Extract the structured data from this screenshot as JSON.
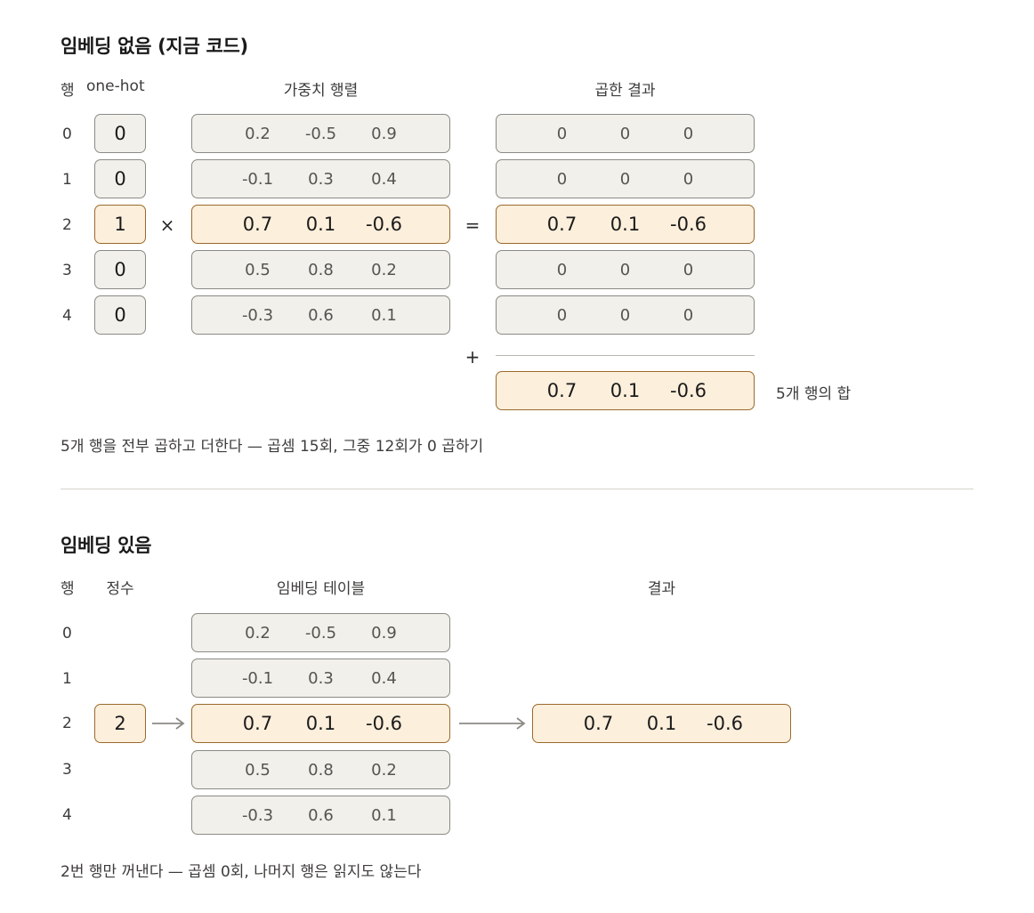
{
  "section1": {
    "title": "임베딩 없음 (지금 코드)",
    "headers": {
      "row": "행",
      "onehot": "one-hot",
      "weights": "가중치 행렬",
      "product": "곱한 결과"
    },
    "row_labels": [
      "0",
      "1",
      "2",
      "3",
      "4"
    ],
    "onehot": [
      "0",
      "0",
      "1",
      "0",
      "0"
    ],
    "weights": [
      [
        "0.2",
        "-0.5",
        "0.9"
      ],
      [
        "-0.1",
        "0.3",
        "0.4"
      ],
      [
        "0.7",
        "0.1",
        "-0.6"
      ],
      [
        "0.5",
        "0.8",
        "0.2"
      ],
      [
        "-0.3",
        "0.6",
        "0.1"
      ]
    ],
    "products": [
      [
        "0",
        "0",
        "0"
      ],
      [
        "0",
        "0",
        "0"
      ],
      [
        "0.7",
        "0.1",
        "-0.6"
      ],
      [
        "0",
        "0",
        "0"
      ],
      [
        "0",
        "0",
        "0"
      ]
    ],
    "times_sign": "×",
    "equals_sign": "=",
    "plus_sign": "+",
    "sum": [
      "0.7",
      "0.1",
      "-0.6"
    ],
    "sum_label": "5개 행의 합",
    "caption": "5개 행을 전부 곱하고 더한다 — 곱셈 15회, 그중 12회가 0 곱하기",
    "highlight_row": 2
  },
  "section2": {
    "title": "임베딩 있음",
    "headers": {
      "row": "행",
      "integer": "정수",
      "table": "임베딩 테이블",
      "result": "결과"
    },
    "row_labels": [
      "0",
      "1",
      "2",
      "3",
      "4"
    ],
    "index": "2",
    "table": [
      [
        "0.2",
        "-0.5",
        "0.9"
      ],
      [
        "-0.1",
        "0.3",
        "0.4"
      ],
      [
        "0.7",
        "0.1",
        "-0.6"
      ],
      [
        "0.5",
        "0.8",
        "0.2"
      ],
      [
        "-0.3",
        "0.6",
        "0.1"
      ]
    ],
    "result": [
      "0.7",
      "0.1",
      "-0.6"
    ],
    "caption": "2번 행만 꺼낸다 — 곱셈 0회, 나머지 행은 읽지도 않는다",
    "highlight_row": 2
  },
  "colors": {
    "highlight_fill": "#fcefdc",
    "highlight_border": "#9a6a2c",
    "cell_fill": "#f1f0eb",
    "cell_border": "#8c8a85"
  }
}
